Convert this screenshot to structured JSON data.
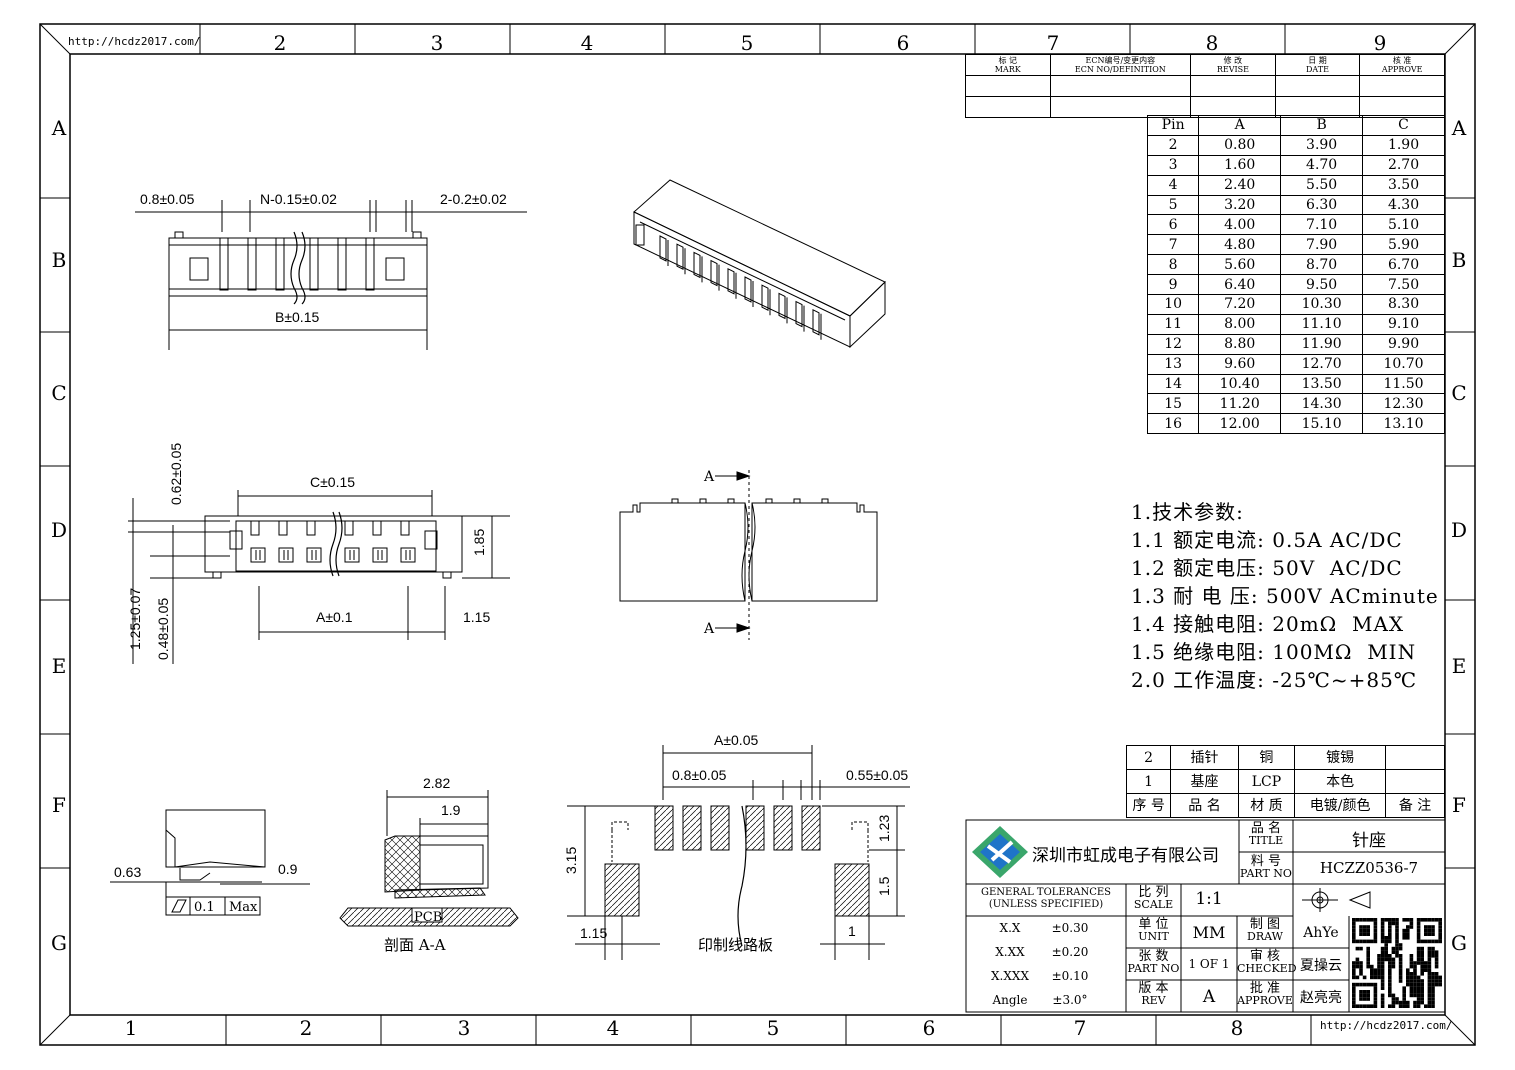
{
  "border": {
    "url_top": "http://hcdz2017.com/",
    "url_bottom": "http://hcdz2017.com/",
    "top_cols": [
      "2",
      "3",
      "4",
      "5",
      "6",
      "7",
      "8",
      "9"
    ],
    "bottom_cols": [
      "1",
      "2",
      "3",
      "4",
      "5",
      "6",
      "7",
      "8"
    ],
    "rows": [
      "A",
      "B",
      "C",
      "D",
      "E",
      "F",
      "G"
    ]
  },
  "revision_table": {
    "headers": [
      {
        "cn": "标 记",
        "en": "MARK"
      },
      {
        "cn": "ECN编号/变更内容",
        "en": "ECN NO/DEFINITION"
      },
      {
        "cn": "修 改",
        "en": "REVISE"
      },
      {
        "cn": "日 期",
        "en": "DATE"
      },
      {
        "cn": "核 准",
        "en": "APPROVE"
      }
    ]
  },
  "pin_table": {
    "headers": [
      "Pin",
      "A",
      "B",
      "C"
    ],
    "rows": [
      [
        "2",
        "0.80",
        "3.90",
        "1.90"
      ],
      [
        "3",
        "1.60",
        "4.70",
        "2.70"
      ],
      [
        "4",
        "2.40",
        "5.50",
        "3.50"
      ],
      [
        "5",
        "3.20",
        "6.30",
        "4.30"
      ],
      [
        "6",
        "4.00",
        "7.10",
        "5.10"
      ],
      [
        "7",
        "4.80",
        "7.90",
        "5.90"
      ],
      [
        "8",
        "5.60",
        "8.70",
        "6.70"
      ],
      [
        "9",
        "6.40",
        "9.50",
        "7.50"
      ],
      [
        "10",
        "7.20",
        "10.30",
        "8.30"
      ],
      [
        "11",
        "8.00",
        "11.10",
        "9.10"
      ],
      [
        "12",
        "8.80",
        "11.90",
        "9.90"
      ],
      [
        "13",
        "9.60",
        "12.70",
        "10.70"
      ],
      [
        "14",
        "10.40",
        "13.50",
        "11.50"
      ],
      [
        "15",
        "11.20",
        "14.30",
        "12.30"
      ],
      [
        "16",
        "12.00",
        "15.10",
        "13.10"
      ]
    ]
  },
  "specs": {
    "heading": "1.技术参数:",
    "lines": [
      "1.1 额定电流: 0.5A AC/DC",
      "1.2 额定电压: 50V  AC/DC",
      "1.3 耐 电 压: 500V ACminute",
      "1.4 接触电阻: 20mΩ  MAX",
      "1.5 绝缘电阻: 100MΩ  MIN",
      "2.0 工作温度: -25℃~+85℃"
    ]
  },
  "bom_table": {
    "rows": [
      [
        "2",
        "插针",
        "铜",
        "镀锡",
        ""
      ],
      [
        "1",
        "基座",
        "LCP",
        "本色",
        ""
      ],
      [
        "序 号",
        "品 名",
        "材 质",
        "电镀/颜色",
        "备 注"
      ]
    ]
  },
  "title_block": {
    "company": "深圳市虹成电子有限公司",
    "title_label_cn": "品 名",
    "title_label_en": "TITLE",
    "title_value": "针座",
    "part_label_cn": "料 号",
    "part_label_en": "PART NO",
    "part_value": "HCZZ0536-7",
    "tolerance_title": "GENERAL TOLERANCES",
    "tolerance_sub": "(UNLESS SPECIFIED)",
    "tolerances": [
      [
        "X.X",
        "±0.30"
      ],
      [
        "X.XX",
        "±0.20"
      ],
      [
        "X.XXX",
        "±0.10"
      ],
      [
        "Angle",
        "±3.0°"
      ]
    ],
    "scale_label_cn": "比 列",
    "scale_label_en": "SCALE",
    "scale_value": "1:1",
    "unit_label_cn": "单 位",
    "unit_label_en": "UNIT",
    "unit_value": "MM",
    "sheet_label_cn": "张 数",
    "sheet_label_en": "PART NO",
    "sheet_value": "1 OF 1",
    "rev_label_cn": "版 本",
    "rev_label_en": "REV",
    "rev_value": "A",
    "draw_label_cn": "制 图",
    "draw_label_en": "DRAW",
    "draw_value": "AhYe",
    "check_label_cn": "审 核",
    "check_label_en": "CHECKED",
    "check_value": "夏操云",
    "approve_label_cn": "批 准",
    "approve_label_en": "APPROVE",
    "approve_value": "赵亮亮"
  },
  "dimensions": {
    "top_pitch": "0.8±0.05",
    "top_gap": "N-0.15±0.02",
    "top_pin": "2-0.2±0.02",
    "top_b": "B±0.15",
    "mid_c": "C±0.15",
    "mid_062": "0.62±0.05",
    "mid_185": "1.85",
    "mid_125": "1.25±0.07",
    "mid_048": "0.48±0.05",
    "mid_a": "A±0.1",
    "mid_115": "1.15",
    "sec_a_top": "A",
    "sec_a_bottom": "A",
    "side_063": "0.63",
    "side_09": "0.9",
    "side_tol": "0.1",
    "side_max": "Max",
    "cs_282": "2.82",
    "cs_19": "1.9",
    "cs_pcb": "PCB",
    "cs_caption": "剖面  A-A",
    "pcb_a": "A±0.05",
    "pcb_pitch": "0.8±0.05",
    "pcb_055": "0.55±0.05",
    "pcb_315": "3.15",
    "pcb_123": "1.23",
    "pcb_15": "1.5",
    "pcb_115": "1.15",
    "pcb_1": "1",
    "pcb_caption": "印制线路板"
  }
}
